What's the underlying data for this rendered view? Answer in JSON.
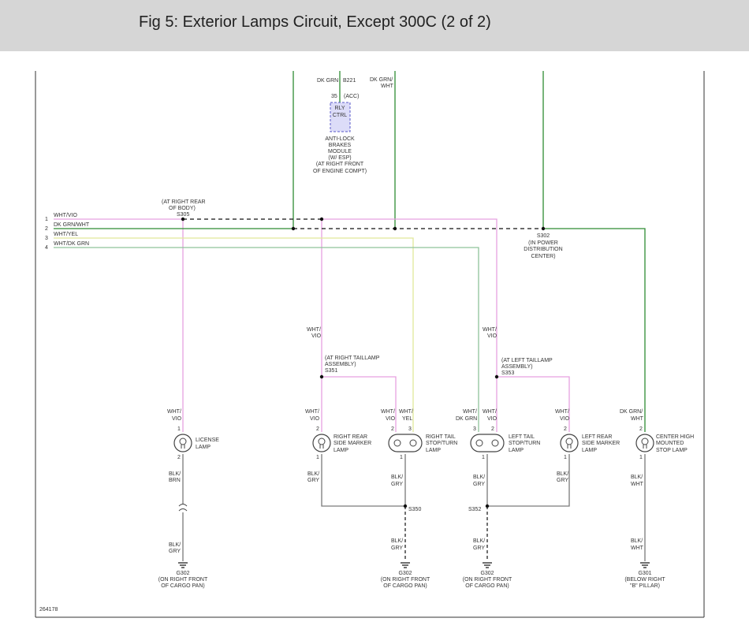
{
  "header": {
    "title": "Fig 5: Exterior Lamps Circuit, Except 300C (2 of 2)"
  },
  "figure_id": "264178",
  "colors": {
    "header_bg": "#d6d6d6",
    "wht_vio": "#e6a1e0",
    "dk_grn_wht": "#2e8b32",
    "dk_grn": "#2e8b32",
    "wht_yel": "#e0e89a",
    "wht_dk_grn": "#8fc39a",
    "blk_gry": "#7a7a7a",
    "blk_brn": "#7a7a7a",
    "module_fill": "#dcdcf8",
    "module_border": "#5a5ac8",
    "splice": "#111111",
    "ground": "#111111"
  },
  "top_wires": {
    "left": {
      "color_label": "DK GRN",
      "connector": "B221"
    },
    "right": {
      "color_label": [
        "DK GRN/",
        "WHT"
      ]
    }
  },
  "module": {
    "pin": "35",
    "pin_note": "(ACC)",
    "label": [
      "RLY",
      "CTRL"
    ],
    "name": [
      "ANTI-LOCK",
      "BRAKES",
      "MODULE",
      "(W/ ESP)",
      "(AT RIGHT FRONT",
      "OF ENGINE COMPT)"
    ]
  },
  "bus_wires": [
    {
      "num": "1",
      "label": "WHT/VIO"
    },
    {
      "num": "2",
      "label": "DK GRN/WHT"
    },
    {
      "num": "3",
      "label": "WHT/YEL"
    },
    {
      "num": "4",
      "label": "WHT/DK GRN"
    }
  ],
  "splices": {
    "s305": {
      "id": "S305",
      "note": [
        "(AT RIGHT REAR",
        "OF BODY)"
      ]
    },
    "s302": {
      "id": "S302",
      "note": [
        "(IN POWER",
        "DISTRIBUTION",
        "CENTER)"
      ]
    },
    "s351": {
      "id": "S351",
      "note": [
        "(AT RIGHT TAILLAMP",
        "ASSEMBLY)"
      ]
    },
    "s353": {
      "id": "S353",
      "note": [
        "(AT LEFT TAILLAMP",
        "ASSEMBLY)"
      ]
    },
    "s350": {
      "id": "S350"
    },
    "s352": {
      "id": "S352"
    }
  },
  "wire_labels": {
    "vert_wht_vio": [
      "WHT/",
      "VIO"
    ],
    "blk_brn": [
      "BLK/",
      "BRN"
    ],
    "blk_gry": [
      "BLK/",
      "GRY"
    ],
    "blk_wht": [
      "BLK/",
      "WHT"
    ],
    "wht_yel": [
      "WHT/",
      "YEL"
    ],
    "dk_grn": [
      "DK GRN"
    ],
    "dk_grn_wht": [
      "DK GRN/",
      "WHT"
    ]
  },
  "lamps": {
    "license": {
      "name": [
        "LICENSE",
        "LAMP"
      ],
      "pins": [
        "1",
        "2"
      ]
    },
    "right_side_marker": {
      "name": [
        "RIGHT REAR",
        "SIDE MARKER",
        "LAMP"
      ],
      "pins": [
        "2",
        "1"
      ]
    },
    "right_tail": {
      "name": [
        "RIGHT TAIL",
        "STOP/TURN",
        "LAMP"
      ],
      "pins": [
        "2",
        "3",
        "1"
      ]
    },
    "left_tail": {
      "name": [
        "LEFT TAIL",
        "STOP/TURN",
        "LAMP"
      ],
      "pins": [
        "3",
        "2",
        "1"
      ]
    },
    "left_side_marker": {
      "name": [
        "LEFT REAR",
        "SIDE MARKER",
        "LAMP"
      ],
      "pins": [
        "2",
        "1"
      ]
    },
    "chmsl": {
      "name": [
        "CENTER HIGH",
        "MOUNTED",
        "STOP LAMP"
      ],
      "pins": [
        "2",
        "1"
      ]
    }
  },
  "grounds": {
    "g302_license": {
      "id": "G302",
      "note": [
        "(ON RIGHT FRONT",
        "OF CARGO PAN)"
      ]
    },
    "g302_right": {
      "id": "G302",
      "note": [
        "(ON RIGHT FRONT",
        "OF CARGO PAN)"
      ]
    },
    "g302_left": {
      "id": "G302",
      "note": [
        "(ON RIGHT FRONT",
        "OF CARGO PAN)"
      ]
    },
    "g301": {
      "id": "G301",
      "note": [
        "(BELOW RIGHT",
        "\"B\" PILLAR)"
      ]
    }
  }
}
